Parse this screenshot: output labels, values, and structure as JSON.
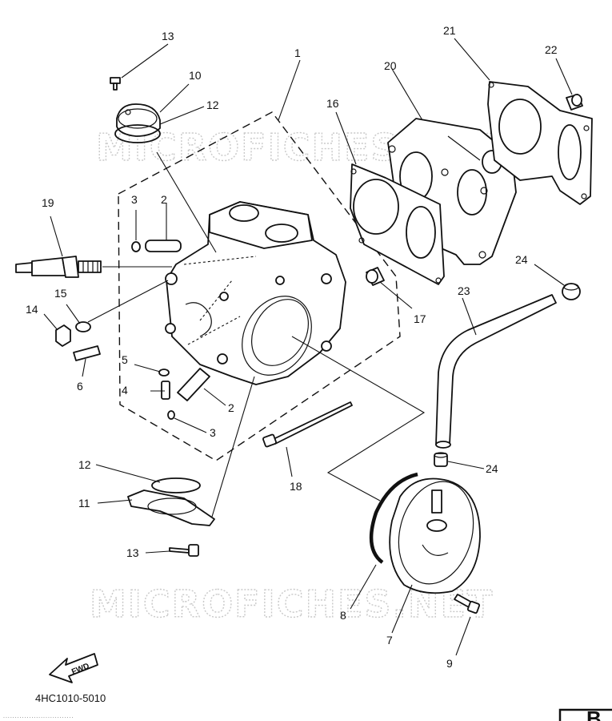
{
  "watermark": {
    "text": "MICROFICHES.NET"
  },
  "diagram": {
    "code": "4HC1010-5010",
    "direction_label": "FWD",
    "corner_mark": "B",
    "footer_fragment": "..............................",
    "labels": {
      "l1": "1",
      "l2a": "2",
      "l2b": "2",
      "l3a": "3",
      "l3b": "3",
      "l4": "4",
      "l5": "5",
      "l6": "6",
      "l7": "7",
      "l8": "8",
      "l9": "9",
      "l10": "10",
      "l11": "11",
      "l12a": "12",
      "l12b": "12",
      "l13a": "13",
      "l13b": "13",
      "l14": "14",
      "l15": "15",
      "l16": "16",
      "l17": "17",
      "l18": "18",
      "l19": "19",
      "l20": "20",
      "l21": "21",
      "l22": "22",
      "l23": "23",
      "l24a": "24",
      "l24b": "24"
    }
  }
}
